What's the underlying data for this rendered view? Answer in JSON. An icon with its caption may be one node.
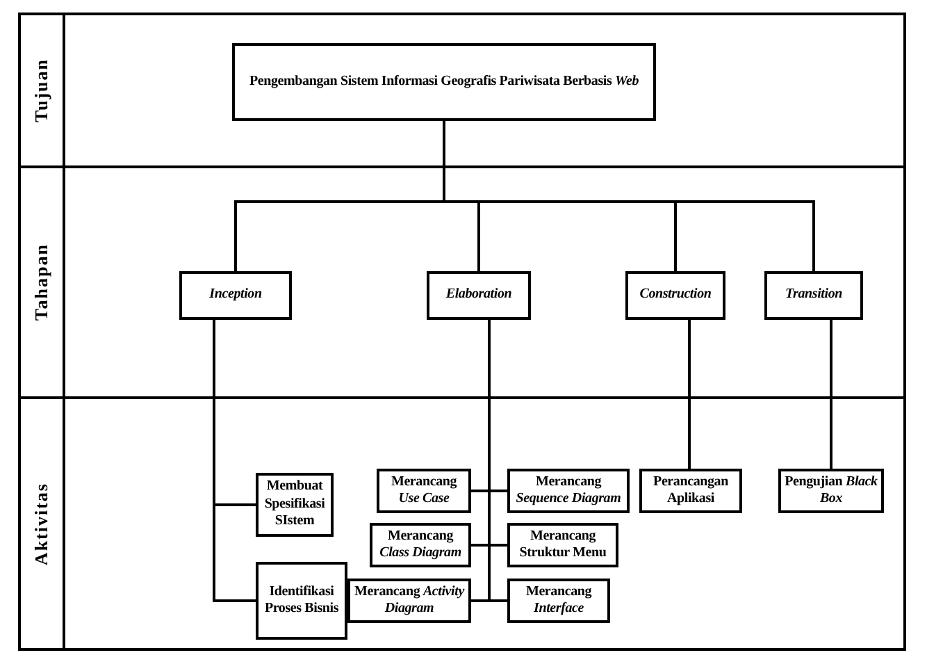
{
  "diagram": {
    "nodes": [
      {
        "text": [
          "Tujuan"
        ]
      },
      {
        "text": [
          "Tahapan"
        ]
      },
      {
        "text": [
          "Aktivitas"
        ]
      },
      {
        "text": [
          "Pengembangan Sistem Informasi Geografis Pariwisata Berbasis *Web*"
        ],
        "in": 0
      },
      {
        "text": [
          "Inception"
        ],
        "in": 1
      },
      {
        "text": [
          "Elaboration"
        ],
        "in": 1
      },
      {
        "text": [
          "Construction"
        ],
        "in": 1
      },
      {
        "text": [
          "Transition"
        ],
        "in": 1
      },
      {
        "text": [
          "Membuat Spesifikasi SIstem"
        ],
        "in": 2
      },
      {
        "text": [
          "Identifikasi Proses Bisnis"
        ],
        "in": 2
      },
      {
        "text": [
          "Merancang *Use Case*"
        ],
        "in": 2
      },
      {
        "text": [
          "Merancang *Sequence Diagram*"
        ],
        "in": 2
      },
      {
        "text": [
          "Merancang *Class Diagram*"
        ],
        "in": 2
      },
      {
        "text": [
          "Merancang Struktur Menu"
        ],
        "in": 2
      },
      {
        "text": [
          "Merancang *Activity Diagram*"
        ],
        "in": 2
      },
      {
        "text": [
          "Merancang *Interface*"
        ],
        "in": 2
      },
      {
        "text": [
          "Perancangan Aplikasi"
        ],
        "in": 2
      },
      {
        "text": [
          "Pengujian *Black Box*"
        ],
        "in": 2
      }
    ],
    "edges": [
      {
        "from": 3,
        "to": 4,
        "arrow": "none"
      },
      {
        "from": 3,
        "to": 5,
        "arrow": "none"
      },
      {
        "from": 3,
        "to": 6,
        "arrow": "none"
      },
      {
        "from": 3,
        "to": 7,
        "arrow": "none"
      },
      {
        "from": 4,
        "to": 8,
        "arrow": "none"
      },
      {
        "from": 4,
        "to": 9,
        "arrow": "none"
      },
      {
        "from": 5,
        "to": 10,
        "arrow": "none"
      },
      {
        "from": 5,
        "to": 11,
        "arrow": "none"
      },
      {
        "from": 5,
        "to": 12,
        "arrow": "none"
      },
      {
        "from": 5,
        "to": 13,
        "arrow": "none"
      },
      {
        "from": 5,
        "to": 14,
        "arrow": "none"
      },
      {
        "from": 5,
        "to": 15,
        "arrow": "none"
      },
      {
        "from": 6,
        "to": 16,
        "arrow": "none"
      },
      {
        "from": 7,
        "to": 17,
        "arrow": "none"
      }
    ]
  }
}
